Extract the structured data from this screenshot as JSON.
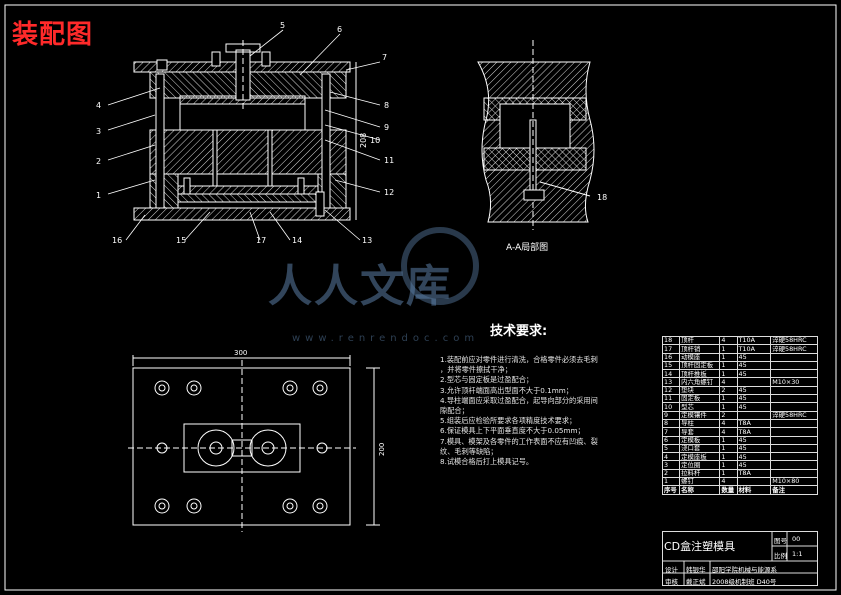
{
  "heading": "装配图",
  "callouts": [
    "1",
    "2",
    "3",
    "4",
    "5",
    "6",
    "7",
    "8",
    "9",
    "10",
    "11",
    "12",
    "13",
    "14",
    "15",
    "16",
    "17",
    "18"
  ],
  "dimensions": {
    "top_height": "208",
    "plan_width": "300",
    "plan_height": "200"
  },
  "section_label": "A-A局部图",
  "watermark": {
    "text": "人人文库",
    "url": "www.renrendoc.com"
  },
  "tech_requirements": {
    "title": "技术要求:",
    "items": [
      "1.装配前应对零件进行清洗，合格零件必须去毛刺",
      "，并将零件擦拭干净；",
      "2.型芯与固定板是过盈配合；",
      "3.允许顶杆端面高出型面不大于0.1mm；",
      "4.导柱端面应采取过盈配合，起导向部分的采用间",
      "隙配合；",
      "5.组装后应检验所要求各项精度技术要求；",
      "6.保证模具上下平面垂直度不大于0.05mm；",
      "7.模具、模架及各零件的工作表面不应有凹痕、裂",
      "纹、毛刺等缺陷；",
      "8.试模合格后打上模具记号。"
    ]
  },
  "bom": {
    "rows": [
      [
        "18",
        "顶杆",
        "4",
        "T10A",
        "淬硬58HRC"
      ],
      [
        "17",
        "顶杆销",
        "1",
        "T10A",
        "淬硬58HRC"
      ],
      [
        "16",
        "动模座",
        "1",
        "45",
        ""
      ],
      [
        "15",
        "顶杆固定板",
        "1",
        "45",
        ""
      ],
      [
        "14",
        "顶杆推板",
        "1",
        "45",
        ""
      ],
      [
        "13",
        "内六角螺钉",
        "4",
        "",
        "M10×30"
      ],
      [
        "12",
        "垫块",
        "2",
        "45",
        ""
      ],
      [
        "11",
        "固定板",
        "1",
        "45",
        ""
      ],
      [
        "10",
        "型芯",
        "1",
        "45",
        ""
      ],
      [
        "9",
        "定模镶件",
        "2",
        "",
        "淬硬58HRC"
      ],
      [
        "8",
        "导柱",
        "4",
        "T8A",
        ""
      ],
      [
        "7",
        "导套",
        "4",
        "T8A",
        ""
      ],
      [
        "6",
        "定模板",
        "1",
        "45",
        ""
      ],
      [
        "5",
        "浇口套",
        "1",
        "45",
        ""
      ],
      [
        "4",
        "定模座板",
        "1",
        "45",
        ""
      ],
      [
        "3",
        "定位圈",
        "1",
        "45",
        ""
      ],
      [
        "2",
        "拉料杆",
        "1",
        "T8A",
        ""
      ],
      [
        "1",
        "螺钉",
        "4",
        "",
        "M10×80"
      ]
    ],
    "header": [
      "序号",
      "名称",
      "数量",
      "材料",
      "备注"
    ]
  },
  "title_block": {
    "drawing_name": "CD盒注塑模具",
    "drawing_no_label": "图号",
    "drawing_no": "00",
    "scale_label": "比例",
    "scale": "1:1",
    "designer_label": "设计",
    "designer": "韩银华",
    "reviewer_label": "审核",
    "reviewer": "戴正斌",
    "school": "邵阳学院机械与能源系",
    "class": "2008级机制班 D40号"
  }
}
